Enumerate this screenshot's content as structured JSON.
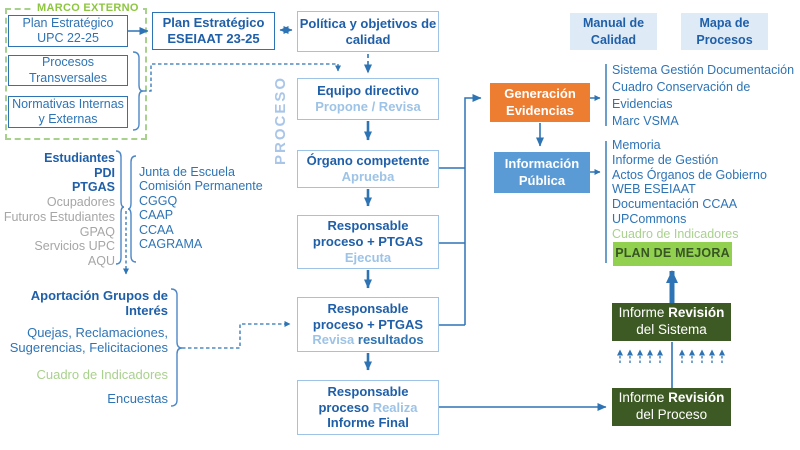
{
  "colors": {
    "accent_blue": "#2E74B5",
    "dark_blue_text": "#1F5FA8",
    "light_blue_text": "#9DC3E6",
    "pale_blue_chip_bg": "#DEEAF6",
    "orange_box": "#ED7D31",
    "info_blue_box": "#5B9BD5",
    "green_box": "#92D050",
    "pale_green_text": "#A9D18E",
    "green_label": "#8DC63F",
    "dark_green_box": "#3E5A24",
    "dark_green_text": "#375623",
    "gray_text": "#A6A6A6"
  },
  "marco_externo": {
    "label": "MARCO EXTERNO",
    "plan_upc": "Plan Estratégico UPC 22-25",
    "procesos": "Procesos Transversales",
    "normativas": "Normativas Internas y Externas"
  },
  "plan_eseiaat": "Plan Estratégico ESEIAAT 23-25",
  "politica": "Política y objetivos de calidad",
  "top_right": {
    "manual": "Manual de Calidad",
    "mapa": "Mapa de Procesos"
  },
  "proceso_label": "PROCESO",
  "process": {
    "equipo": {
      "title": "Equipo directivo",
      "action": "Propone / Revisa"
    },
    "organo": {
      "title": "Órgano competente",
      "action": "Aprueba"
    },
    "ejecuta": {
      "title": "Responsable proceso + PTGAS",
      "action": "Ejecuta"
    },
    "revisa": {
      "title": "Responsable proceso + PTGAS",
      "action": "Revisa",
      "action_suffix": "resultados"
    },
    "final": {
      "title": "Responsable proceso",
      "action": "Realiza",
      "title2": "Informe Final"
    }
  },
  "stakeholders": {
    "bold": [
      "Estudiantes",
      "PDI",
      "PTGAS"
    ],
    "gray": [
      "Ocupadores",
      "Futuros Estudiantes",
      "GPAQ",
      "Servicios UPC",
      "AQU"
    ]
  },
  "committees": [
    "Junta de Escuela",
    "Comisión Permanente",
    "CGGQ",
    "CAAP",
    "CCAA",
    "CAGRAMA"
  ],
  "aportacion": {
    "title": "Aportación Grupos de Interés",
    "quejas": "Quejas, Reclamaciones, Sugerencias, Felicitaciones",
    "cuadro": "Cuadro de Indicadores",
    "encuestas": "Encuestas"
  },
  "generacion": "Generación Evidencias",
  "informacion": "Información Pública",
  "evidencias_list": [
    "Sistema Gestión Documentación",
    "Cuadro Conservación de Evidencias",
    "Marc VSMA"
  ],
  "publica_list": [
    "Memoria",
    "Informe de Gestión",
    "Actos Órganos de Gobierno",
    "WEB ESEIAAT",
    "Documentación CCAA",
    "UPCommons"
  ],
  "publica_list_green": "Cuadro de Indicadores",
  "plan_mejora": "PLAN DE MEJORA",
  "informe_sistema": {
    "pre": "Informe",
    "bold": "Revisión",
    "line2": "del Sistema"
  },
  "informe_proceso": {
    "pre": "Informe",
    "bold": "Revisión",
    "line2": "del Proceso"
  }
}
